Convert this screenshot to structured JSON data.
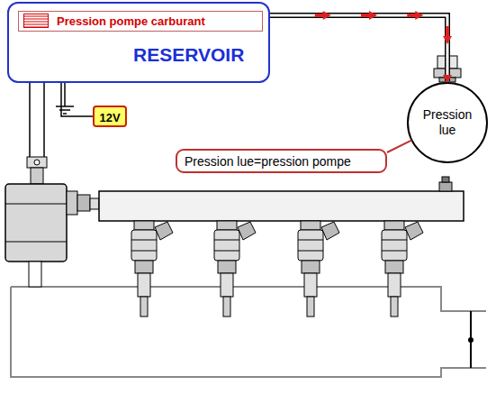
{
  "diagram": {
    "nodes": [
      {
        "text": [
          "RESERVOIR"
        ]
      },
      {
        "text": [
          "Pression pompe carburant"
        ],
        "in": 0
      },
      {
        "text": [
          "12V"
        ]
      },
      {
        "text": [
          "Pression lue"
        ]
      },
      {
        "text": [
          "Pression lue=pression pompe"
        ]
      }
    ],
    "edges": [
      {
        "from": 1,
        "to": 3,
        "arrow": "to"
      },
      {
        "from": 4,
        "to": 3,
        "arrow": "none"
      },
      {
        "from": 0,
        "to": 2,
        "arrow": "none"
      }
    ]
  }
}
